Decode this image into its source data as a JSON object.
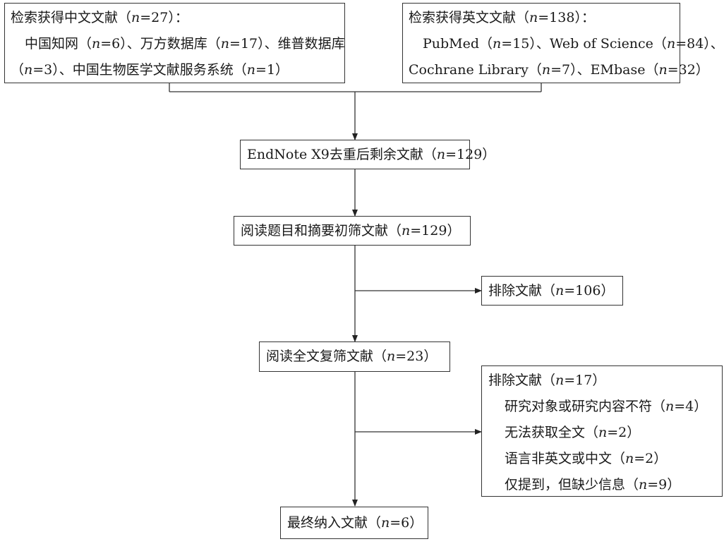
{
  "boxes": {
    "chinese": {
      "title_pre": "检索获得中文文献（",
      "title_n": "n",
      "title_post": "=27）：",
      "l1a": "中国知网（",
      "l1b": "=6）、万方数据库（",
      "l1c": "=17）、维普数据库",
      "l2a": "（",
      "l2b": "=3）、中国生物医学文献服务系统（",
      "l2c": "=1）"
    },
    "english": {
      "title_pre": "检索获得英文文献（",
      "title_post": "=138）：",
      "l1a": "PubMed（",
      "l1b": "=15）、Web of Science（",
      "l1c": "=84）、",
      "l2a": "Cochrane Library（",
      "l2b": "=7）、EMbase（",
      "l2c": "=32）"
    },
    "dedup": {
      "pre": "EndNote X9去重后剩余文献（",
      "post": "=129）"
    },
    "screen": {
      "pre": "阅读题目和摘要初筛文献（",
      "post": "=129）"
    },
    "excluded1": {
      "pre": "排除文献（",
      "post": "=106）"
    },
    "fulltext": {
      "pre": "阅读全文复筛文献（",
      "post": "=23）"
    },
    "excluded2": {
      "title_pre": "排除文献（",
      "title_post": "=17）",
      "r1a": "研究对象或研究内容不符（",
      "r1b": "=4）",
      "r2a": "无法获取全文（",
      "r2b": "=2）",
      "r3a": "语言非英文或中文（",
      "r3b": "=2）",
      "r4a": "仅提到，但缺少信息（",
      "r4b": "=9）"
    },
    "final": {
      "pre": "最终纳入文献（",
      "post": "=6）"
    }
  },
  "n_symbol": "n"
}
